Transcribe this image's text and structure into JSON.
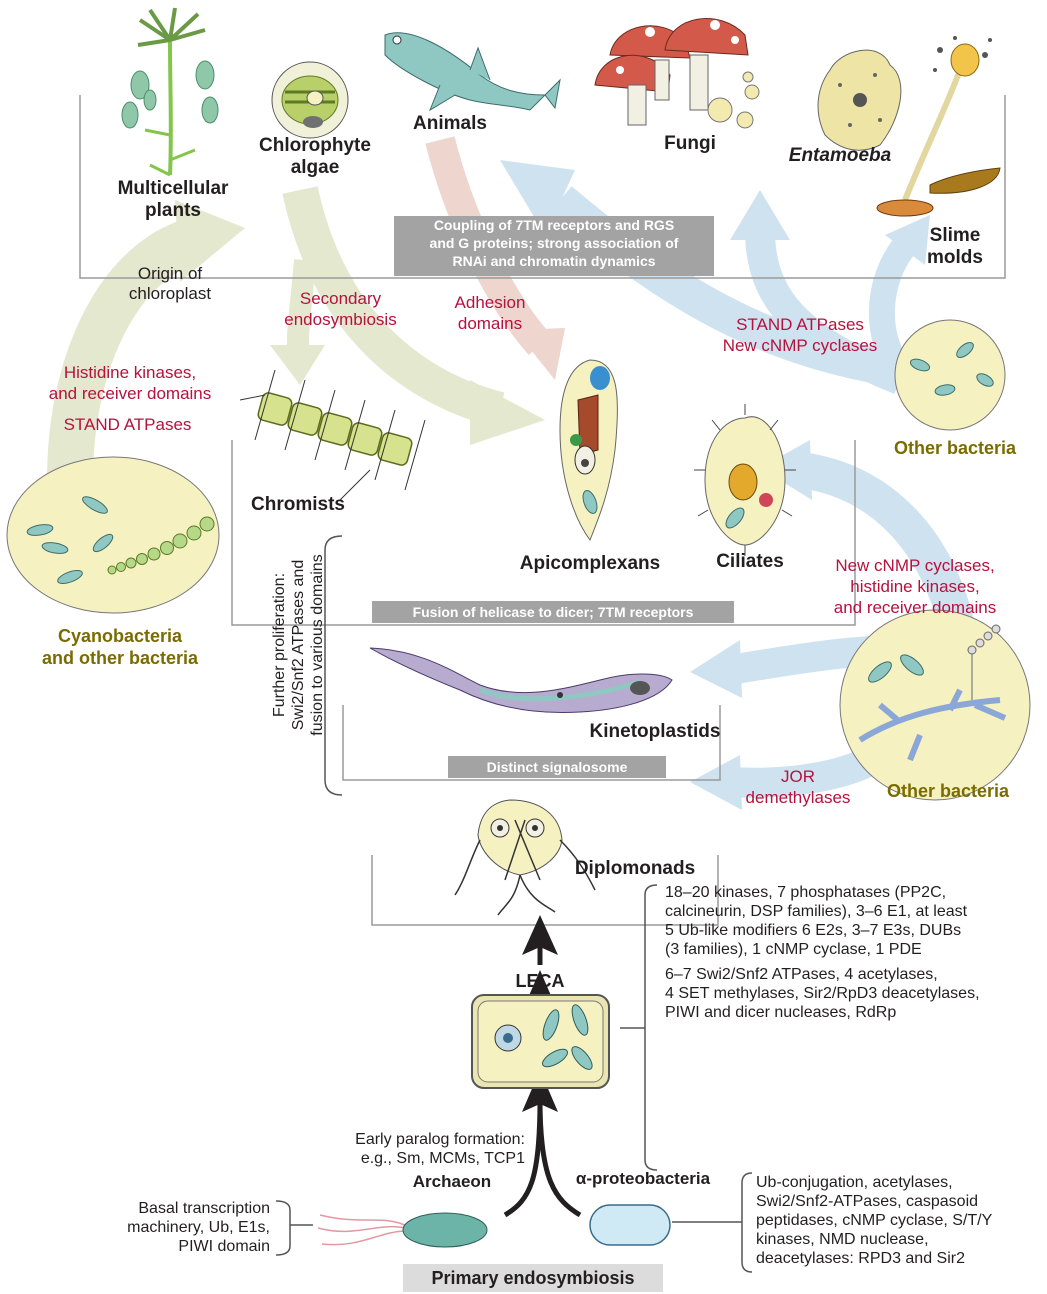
{
  "organisms": {
    "multicellular_plants": "Multicellular\nplants",
    "chlorophyte_algae": "Chlorophyte\nalgae",
    "animals": "Animals",
    "fungi": "Fungi",
    "entamoeba": "Entamoeba",
    "slime_molds": "Slime\nmolds",
    "chromists": "Chromists",
    "apicomplexans": "Apicomplexans",
    "ciliates": "Ciliates",
    "kinetoplastids": "Kinetoplastids",
    "diplomonads": "Diplomonads",
    "leca": "LECA",
    "archaeon": "Archaeon",
    "alpha_proteobacteria": "α-proteobacteria"
  },
  "bacteria_labels": {
    "cyanobacteria": "Cyanobacteria\nand other bacteria",
    "other_bacteria_top": "Other bacteria",
    "other_bacteria_bottom": "Other bacteria"
  },
  "transfer_labels": {
    "origin_chloroplast": "Origin of\nchloroplast",
    "secondary_endosymbiosis": "Secondary\nendosymbiosis",
    "adhesion_domains": "Adhesion\ndomains",
    "histidine_kinases_receiver": "Histidine kinases,\nand receiver domains",
    "stand_atpases_left": "STAND ATPases",
    "stand_new_cnmp": "STAND ATPases\nNew cNMP cyclases",
    "new_cnmp_hk_receiver": "New cNMP cyclases,\nhistidine kinases,\nand receiver domains",
    "jor_demethylases": "JOR\ndemethylases"
  },
  "bands": {
    "coupling": "Coupling of 7TM receptors and RGS\nand G proteins; strong association of\nRNAi and chromatin dynamics",
    "fusion": "Fusion of helicase to dicer; 7TM receptors",
    "signalosome": "Distinct signalosome"
  },
  "side_note": "Further proliferation:\nSwi2/Snf2 ATPases and\nfusion to various domains",
  "leca_box": {
    "text1": "18–20 kinases, 7 phosphatases (PP2C,\ncalcineurin, DSP families), 3–6 E1, at least\n5 Ub-like modifiers 6 E2s, 3–7 E3s, DUBs\n(3 families), 1 cNMP cyclase, 1 PDE",
    "text2": "6–7 Swi2/Snf2 ATPases, 4 acetylases,\n4 SET methylases, Sir2/RpD3 deacetylases,\nPIWI and dicer nucleases, RdRp"
  },
  "early_paralog": "Early paralog formation:\ne.g., Sm, MCMs, TCP1",
  "archaeon_note": "Basal transcription\nmachinery, Ub, E1s,\nPIWI domain",
  "alpha_note": "Ub-conjugation, acetylases,\nSwi2/Snf2-ATPases, caspasoid\npeptidases, cNMP cyclase, S/T/Y\nkinases, NMD nuclease,\ndeacetylases: RPD3 and Sir2",
  "primary_endosymbiosis": "Primary endosymbiosis",
  "colors": {
    "accent_red": "#b5123e",
    "olive": "#7a6c00",
    "green_arrow": "#e3e8cf",
    "blue_arrow": "#cfe2ef",
    "pink_arrow": "#eed5cd",
    "band_gray": "#a3a3a3",
    "cell_yellow": "#f6f1c1",
    "cell_teal": "#8fc8c3"
  },
  "icons": [
    "plant-icon",
    "algae-cell-icon",
    "fish-icon",
    "mushroom-icon",
    "amoeba-icon",
    "slime-mold-icon",
    "diatom-chain-icon",
    "apicomplexan-icon",
    "ciliate-icon",
    "trypanosome-icon",
    "giardia-icon",
    "leca-cell-icon",
    "archaeon-icon",
    "proteobacterium-icon",
    "bacteria-cell-icon"
  ]
}
